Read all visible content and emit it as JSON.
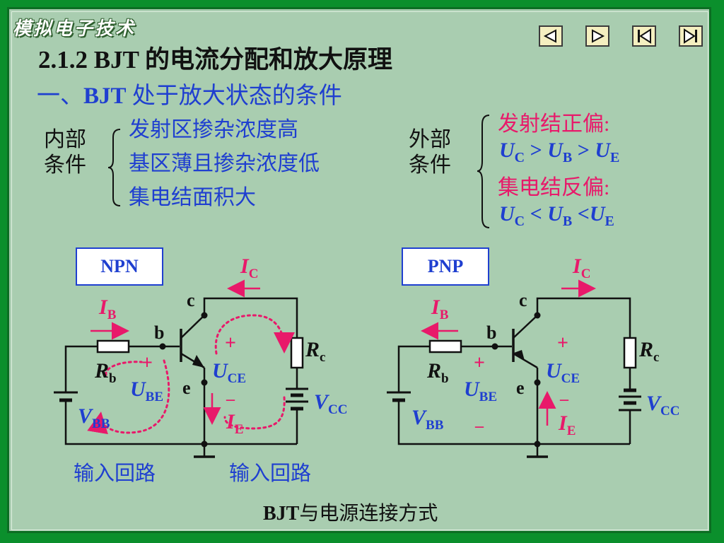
{
  "logo": {
    "text": "模拟电子技术"
  },
  "nav": {
    "prev_icon": "triangle-left-icon",
    "next_icon": "triangle-right-icon",
    "first_icon": "skip-to-first-icon",
    "last_icon": "skip-to-last-icon"
  },
  "title": "2.1.2 BJT 的电流分配和放大原理",
  "section": {
    "prefix": "一、",
    "bjt": "BJT",
    "rest": " 处于放大状态的条件"
  },
  "internal": {
    "label_line1": "内部",
    "label_line2": "条件",
    "items": [
      "发射区掺杂浓度高",
      "基区薄且掺杂浓度低",
      "集电结面积大"
    ]
  },
  "external": {
    "label_line1": "外部",
    "label_line2": "条件",
    "forward_label": "发射结正偏:",
    "forward_relation": {
      "u1": "U",
      "s1": "C",
      "op1": " > ",
      "u2": "U",
      "s2": "B",
      "op2": " > ",
      "u3": "U",
      "s3": "E"
    },
    "reverse_label": "集电结反偏:",
    "reverse_relation": {
      "u1": "U",
      "s1": "C",
      "op1": " < ",
      "u2": "U",
      "s2": "B",
      "op2": " <",
      "u3": "U",
      "s3": "E"
    }
  },
  "npn": {
    "type_label": "NPN",
    "ic": "I",
    "ic_sub": "C",
    "ib": "I",
    "ib_sub": "B",
    "ie": "I",
    "ie_sub": "E",
    "c": "c",
    "b": "b",
    "e": "e",
    "rb": "R",
    "rb_sub": "b",
    "rc": "R",
    "rc_sub": "c",
    "ube": "U",
    "ube_sub": "BE",
    "uce": "U",
    "uce_sub": "CE",
    "vbb": "V",
    "vbb_sub": "BB",
    "vcc": "V",
    "vcc_sub": "CC",
    "plus": "+",
    "minus": "–",
    "loop1": "输入回路",
    "loop2": "输入回路"
  },
  "pnp": {
    "type_label": "PNP",
    "ic": "I",
    "ic_sub": "C",
    "ib": "I",
    "ib_sub": "B",
    "ie": "I",
    "ie_sub": "E",
    "c": "c",
    "b": "b",
    "e": "e",
    "rb": "R",
    "rb_sub": "b",
    "rc": "R",
    "rc_sub": "c",
    "ube": "U",
    "ube_sub": "BE",
    "uce": "U",
    "uce_sub": "CE",
    "vbb": "V",
    "vbb_sub": "BB",
    "vcc": "V",
    "vcc_sub": "CC",
    "plus": "+",
    "minus": "–"
  },
  "caption": {
    "bjt": "BJT",
    "rest": "与电源连接方式"
  },
  "colors": {
    "blue": "#1f3fd0",
    "pink": "#e8196a",
    "panel": "#a9cdb0",
    "frame": "#0b8f2c"
  }
}
